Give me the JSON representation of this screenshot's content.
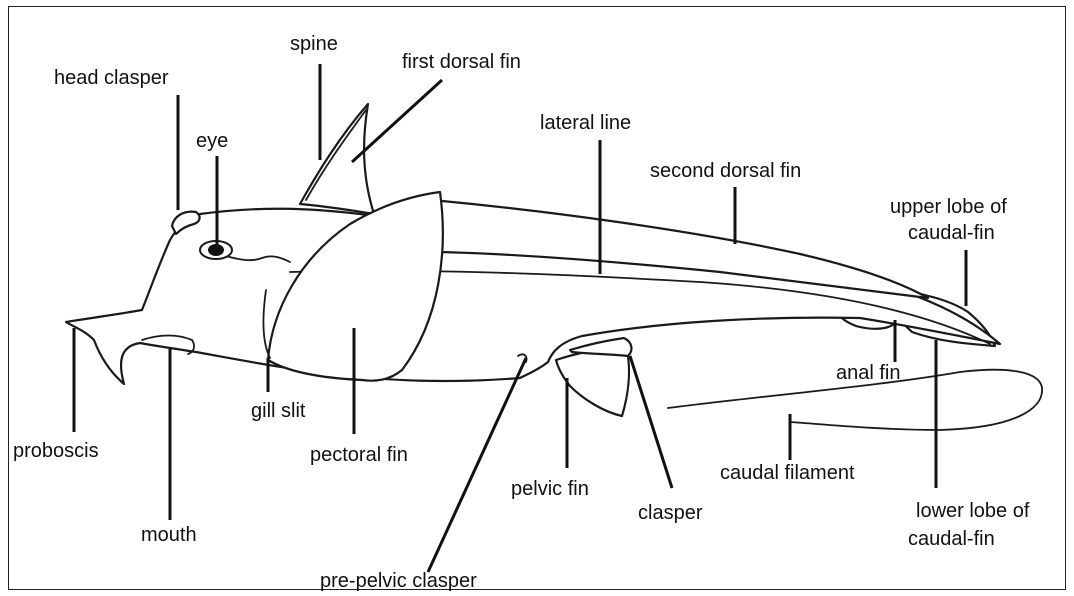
{
  "labels": {
    "head_clasper": "head clasper",
    "spine": "spine",
    "first_dorsal_fin": "first dorsal fin",
    "eye": "eye",
    "lateral_line": "lateral line",
    "second_dorsal_fin": "second dorsal fin",
    "upper_lobe_1": "upper lobe of",
    "upper_lobe_2": "caudal-fin",
    "anal_fin": "anal fin",
    "proboscis": "proboscis",
    "gill_slit": "gill slit",
    "pectoral_fin": "pectoral fin",
    "mouth": "mouth",
    "pelvic_fin": "pelvic fin",
    "clasper": "clasper",
    "caudal_filament": "caudal filament",
    "lower_lobe_1": "lower lobe of",
    "lower_lobe_2": "caudal-fin",
    "pre_pelvic_clasper": "pre-pelvic clasper"
  }
}
